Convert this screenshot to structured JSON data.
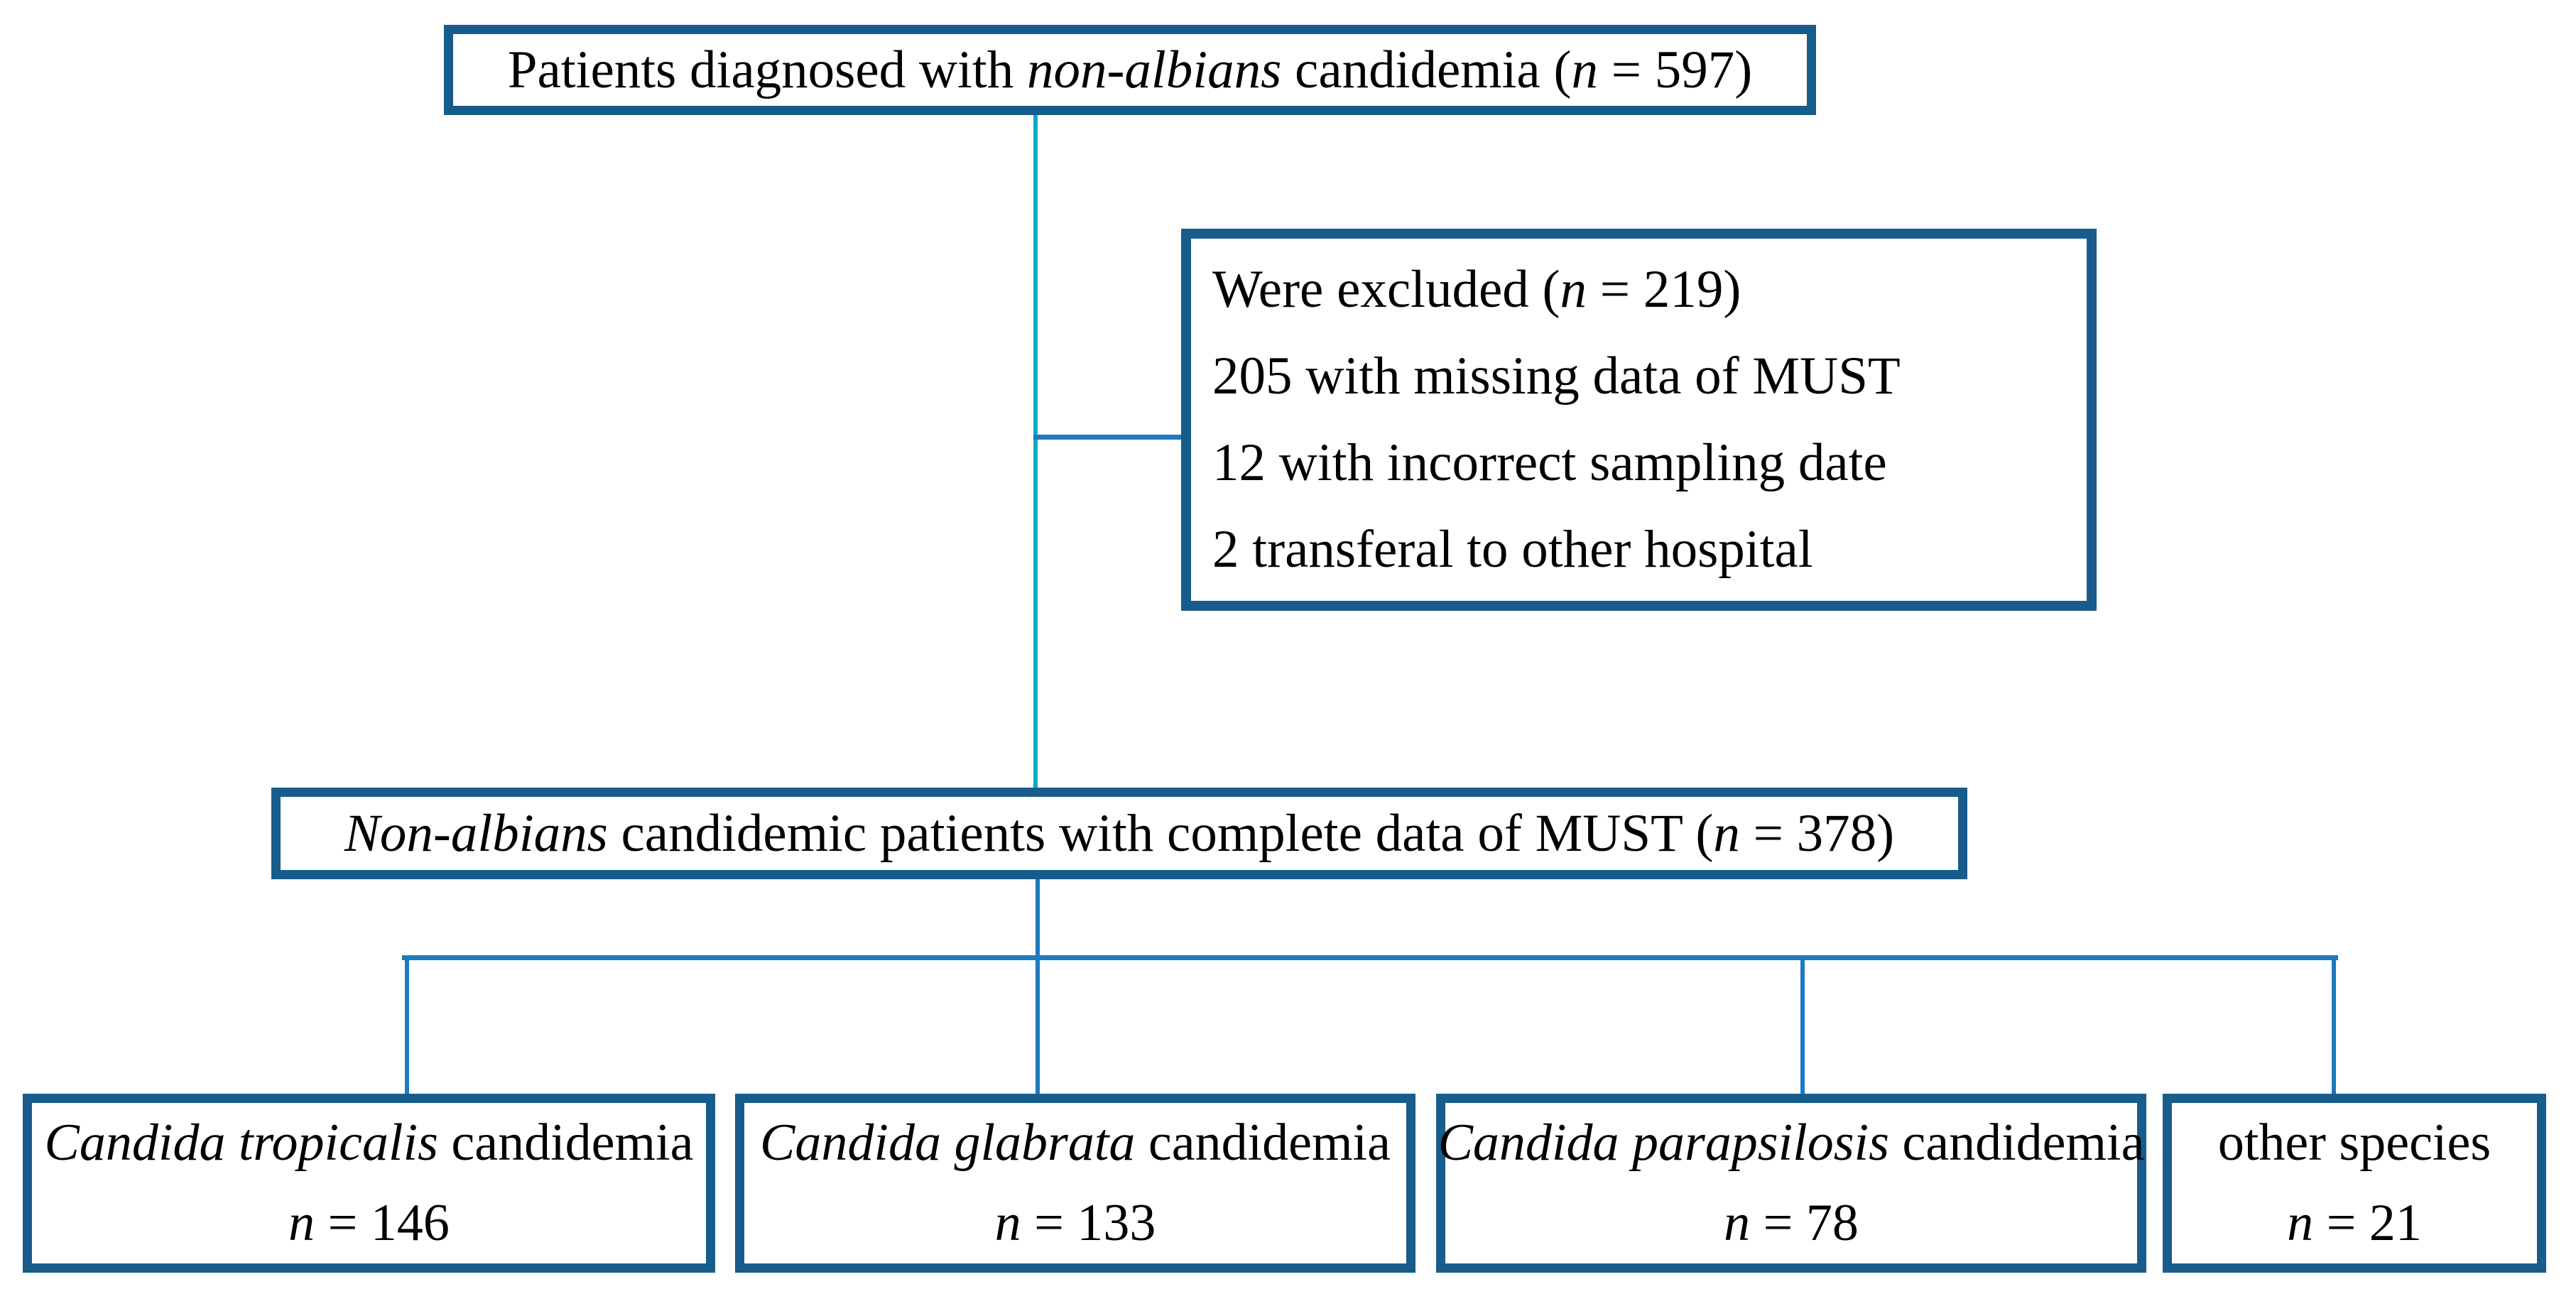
{
  "figure_type": "patient-flow-diagram",
  "colors": {
    "box_border": "#175C8B",
    "connector_branch_blue": "#1D7ABF",
    "connector_main_cyan": "#05AAC8",
    "box_fill": "#FFFFFF",
    "text": "#000000"
  },
  "top_box": {
    "s1": "Patients diagnosed with ",
    "s2_italic": "non-albians",
    "s3": " candidemia (",
    "s4_italic": "n",
    "s5": " = 597)"
  },
  "excluded_box": {
    "line1": {
      "s1": "Were excluded (",
      "s2_italic": "n",
      "s3": " = 219)"
    },
    "line2": "205 with missing data of MUST",
    "line3": "12 with incorrect sampling date",
    "line4": "2 transferal to other hospital"
  },
  "complete_box": {
    "s1_italic": "Non-albians",
    "s2": " candidemic patients with complete data of MUST (",
    "s3_italic": "n",
    "s4": " = 378)"
  },
  "species_boxes": [
    {
      "name_italic": "Candida tropicalis",
      "name_rest": " candidemia",
      "n_italic": "n",
      "n_value": " = 146"
    },
    {
      "name_italic": "Candida glabrata",
      "name_rest": " candidemia",
      "n_italic": "n",
      "n_value": " = 133"
    },
    {
      "name_italic": "Candida parapsilosis",
      "name_rest": " candidemia",
      "n_italic": "n",
      "n_value": " = 78"
    },
    {
      "name_italic": "",
      "name_rest": "other species",
      "n_italic": "n",
      "n_value": " = 21"
    }
  ]
}
